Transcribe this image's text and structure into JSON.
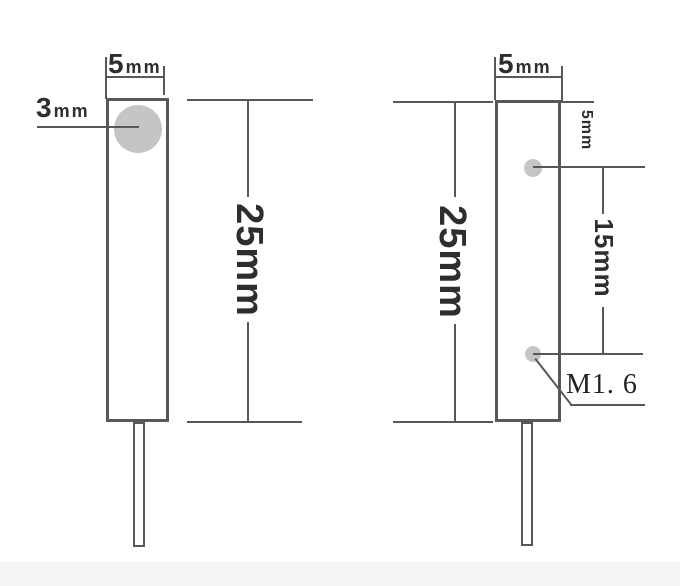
{
  "diagram": {
    "title": "two-view dimensioned drawing of sensor components",
    "left_view": {
      "width_dim": {
        "value": "5",
        "unit": "mm"
      },
      "hole_dim": {
        "value": "3",
        "unit": "mm"
      },
      "height_dim": "25mm"
    },
    "right_view": {
      "width_dim": {
        "value": "5",
        "unit": "mm"
      },
      "height_dim": "25mm",
      "hole_top_offset_dim": "5mm",
      "hole_spacing_dim": "15mm",
      "thread_label": "M1. 6"
    },
    "colors": {
      "line": "#58585a",
      "text": "#2e2e2e",
      "hole_fill": "#c5c5c5",
      "background": "#ffffff",
      "bottom_strip": "#f4f4f4"
    }
  }
}
